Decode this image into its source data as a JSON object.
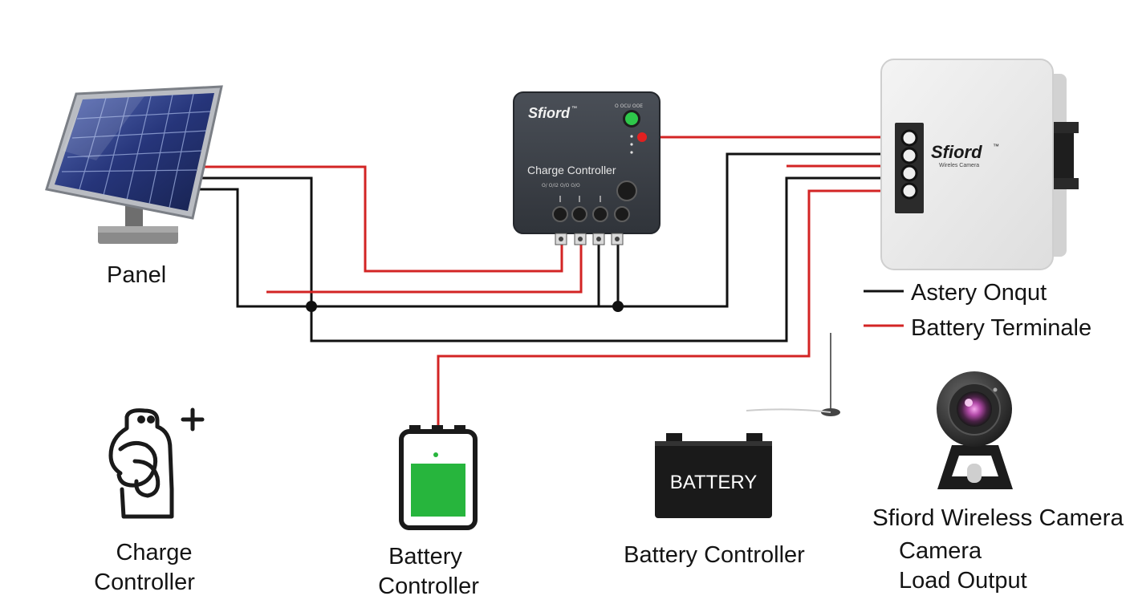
{
  "panel": {
    "label": "Panel"
  },
  "controller": {
    "brand": "Sfiord",
    "brand_mark": "™",
    "title": "Charge Controller"
  },
  "camera_box": {
    "brand": "Sfiord",
    "brand_mark": "™",
    "subtitle": "Wireles Camera"
  },
  "legend": {
    "items": [
      {
        "label": "Astery Onqut",
        "color": "#111111"
      },
      {
        "label": "Battery Terminale",
        "color": "#d32424"
      }
    ]
  },
  "battery_large": {
    "text": "BATTERY"
  },
  "bottom_labels": {
    "charge_controller": [
      "Charge",
      "Controller"
    ],
    "battery_controller_left": [
      "Battery",
      "Controller"
    ],
    "battery_controller": "Battery Controller",
    "camera": [
      "Sfiord Wireless Camera",
      "Camera",
      "Load Output"
    ]
  },
  "colors": {
    "wire_positive": "#d32424",
    "wire_negative": "#111111",
    "controller_body": "#3c4047",
    "led_green": "#2ec84a",
    "battery_fill": "#27b53d"
  }
}
